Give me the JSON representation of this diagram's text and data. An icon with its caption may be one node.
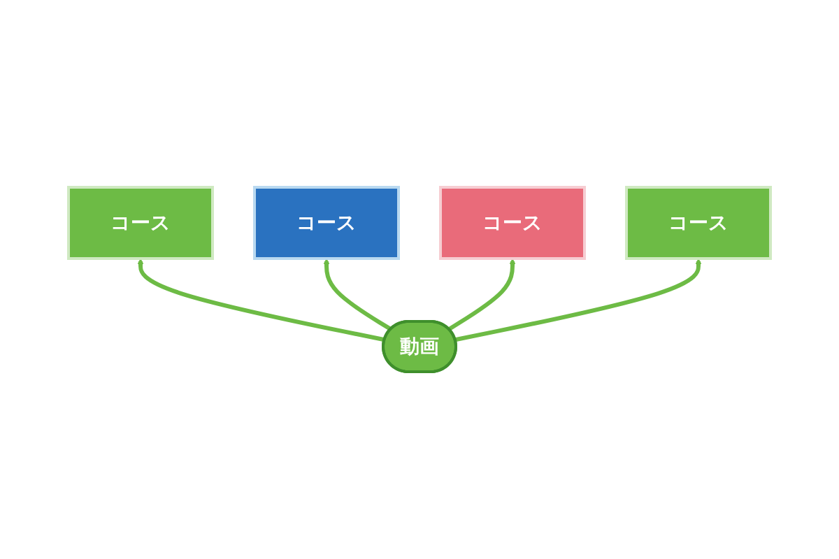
{
  "diagram": {
    "nodes": [
      {
        "text": [
          "コース"
        ]
      },
      {
        "text": [
          "コース"
        ]
      },
      {
        "text": [
          "コース"
        ]
      },
      {
        "text": [
          "コース"
        ]
      },
      {
        "text": [
          "動画"
        ]
      }
    ],
    "edges": [
      {
        "from": 4,
        "to": 0,
        "arrow": "to"
      },
      {
        "from": 4,
        "to": 1,
        "arrow": "to"
      },
      {
        "from": 4,
        "to": 2,
        "arrow": "to"
      },
      {
        "from": 4,
        "to": 3,
        "arrow": "to"
      }
    ]
  }
}
